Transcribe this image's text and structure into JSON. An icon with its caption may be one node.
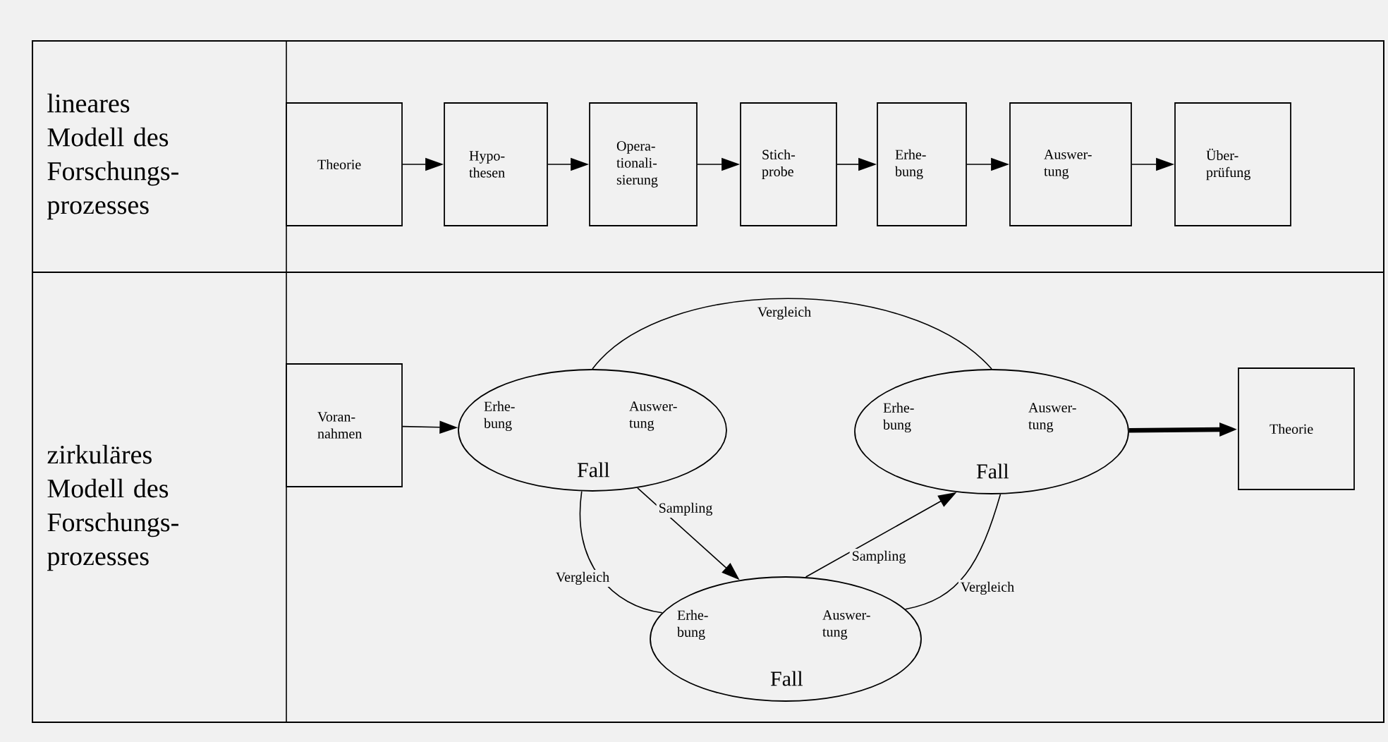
{
  "diagram": {
    "nodes": [
      {
        "text": [
          "Theorie"
        ]
      },
      {
        "text": [
          "Hypo-thesen"
        ]
      },
      {
        "text": [
          "Opera-tionali-sierung"
        ]
      },
      {
        "text": [
          "Stich-probe"
        ]
      },
      {
        "text": [
          "Erhe-bung"
        ]
      },
      {
        "text": [
          "Auswer-tung"
        ]
      },
      {
        "text": [
          "Über-prüfung"
        ]
      },
      {
        "text": [
          "Voran-nahmen"
        ]
      },
      {
        "text": [
          "Erhe-bung",
          "Auswer-tung",
          "Fall"
        ]
      },
      {
        "text": [
          "Erhe-bung",
          "Auswer-tung",
          "Fall"
        ]
      },
      {
        "text": [
          "Erhe-bung",
          "Auswer-tung",
          "Fall"
        ]
      },
      {
        "text": [
          "Theorie"
        ]
      }
    ],
    "edges": [
      {
        "from": 0,
        "to": 1,
        "arrow": "to"
      },
      {
        "from": 1,
        "to": 2,
        "arrow": "to"
      },
      {
        "from": 2,
        "to": 3,
        "arrow": "to"
      },
      {
        "from": 3,
        "to": 4,
        "arrow": "to"
      },
      {
        "from": 4,
        "to": 5,
        "arrow": "to"
      },
      {
        "from": 5,
        "to": 6,
        "arrow": "to"
      },
      {
        "from": 7,
        "to": 8,
        "arrow": "to"
      },
      {
        "from": 8,
        "to": 9,
        "arrow": "none",
        "label": "Vergleich"
      },
      {
        "from": 8,
        "to": 10,
        "arrow": "to",
        "label": "Sampling"
      },
      {
        "from": 8,
        "to": 10,
        "arrow": "none",
        "label": "Vergleich"
      },
      {
        "from": 10,
        "to": 9,
        "arrow": "to",
        "label": "Sampling"
      },
      {
        "from": 9,
        "to": 10,
        "arrow": "none",
        "label": "Vergleich"
      },
      {
        "from": 9,
        "to": 11,
        "arrow": "to",
        "style": "thick"
      }
    ],
    "labels": [
      "lineares Modell des Forschungs-prozesses",
      "zirkuläres Modell des Forschungs-prozesses"
    ]
  }
}
